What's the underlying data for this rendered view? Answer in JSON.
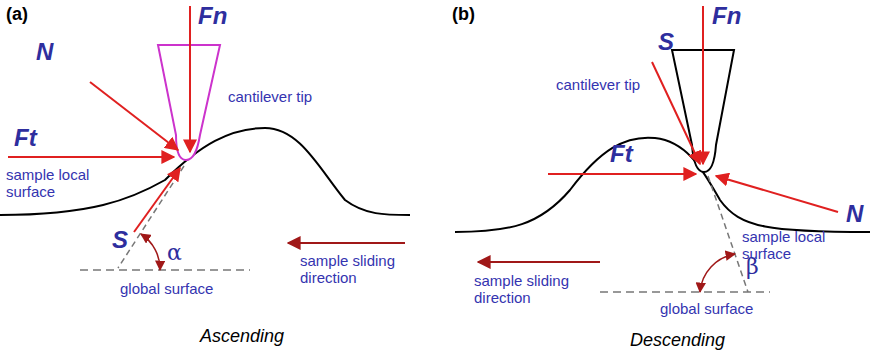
{
  "diagram": {
    "labels": [
      "(a)",
      "N",
      "Fn",
      "cantilever tip",
      "Ft",
      "sample local surface",
      "S",
      "α",
      "global surface",
      "sample sliding direction",
      "Ascending",
      "(b)",
      "S",
      "Fn",
      "cantilever tip",
      "N",
      "Ft",
      "sample local surface",
      "β",
      "global surface",
      "sample sliding direction",
      "Descending"
    ]
  }
}
